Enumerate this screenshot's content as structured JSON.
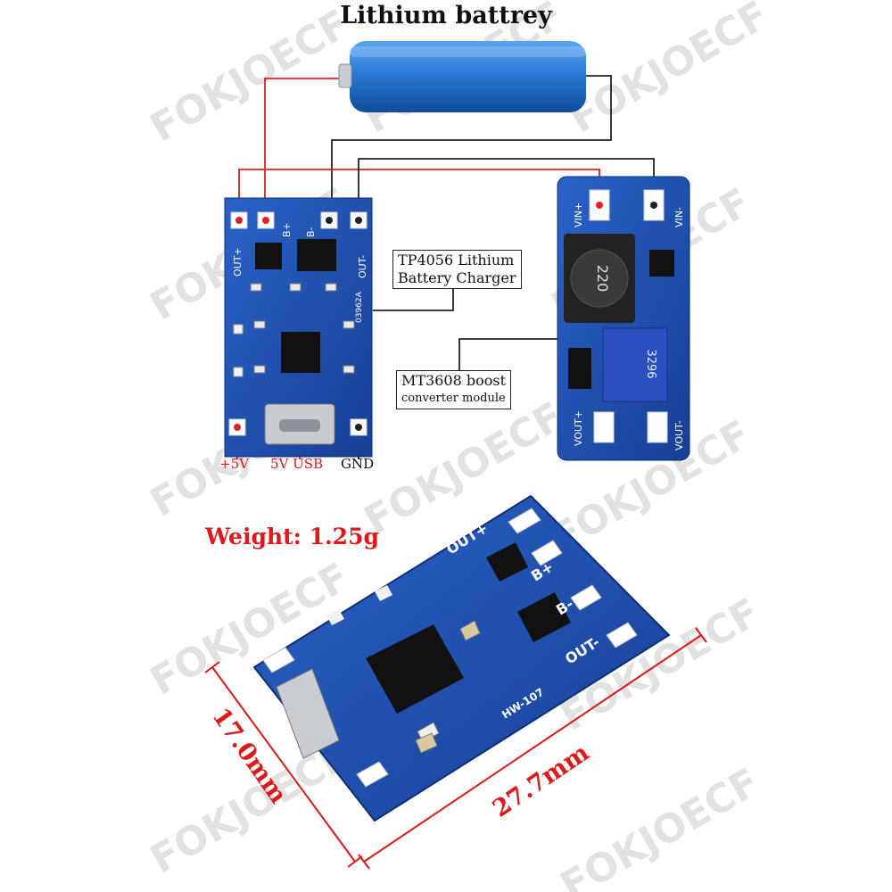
{
  "title": "Lithium battrey",
  "watermark": "FOKJOECF",
  "tp4056_callout": {
    "line1": "TP4056 Lithium",
    "line2": "Battery Charger"
  },
  "mt3608_callout": {
    "line1": "MT3608 boost",
    "line2": "converter module"
  },
  "pins": {
    "plus5v": "+5V",
    "usb": "5V USB",
    "gnd": "GND"
  },
  "weight": "Weight: 1.25g",
  "dimensions": {
    "width": "17.0mm",
    "length": "27.7mm"
  },
  "pcb_top_labels": {
    "out_plus": "OUT+",
    "out_minus": "OUT-",
    "b_plus": "B+",
    "b_minus": "B-",
    "part": "03962A"
  },
  "boost_labels": {
    "vin_plus": "VIN+",
    "vin_minus": "VIN-",
    "vout_plus": "VOUT+",
    "vout_minus": "VOUT-",
    "pot": "3296",
    "inductor": "220"
  },
  "pcb_bottom_labels": {
    "out_plus": "OUT+",
    "b_plus": "B+",
    "b_minus": "B-",
    "out_minus": "OUT-",
    "model": "HW-107"
  },
  "colors": {
    "pcb": "#1d4fb0",
    "wire_red": "#e02020",
    "wire_black": "#222222",
    "battery": "#1f6fc9",
    "dimension": "#e01818"
  }
}
